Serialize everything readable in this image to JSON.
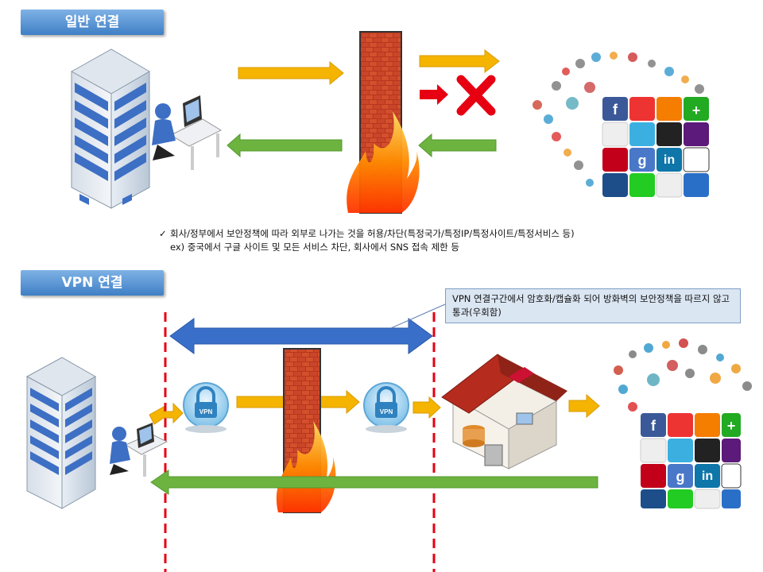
{
  "sections": {
    "normal": {
      "label": "일반 연결"
    },
    "vpn": {
      "label": "VPN 연결"
    }
  },
  "notes": {
    "line1": "회사/정부에서 보안정책에 따라 외부로 나가는 것을 허용/차단(특정국가/특정IP/특정사이트/특정서비스  등)",
    "line2": "ex) 중국에서 구글 사이트 및 모든 서비스 차단, 회사에서 SNS 접속 제한 등"
  },
  "callout": {
    "text": "VPN 연결구간에서 암호화/캡슐화 되어 방화벽의 보안정책을 따르지 않고 통과(우회함)"
  },
  "vpn_badge": {
    "label": "VPN"
  },
  "social_icons": [
    "facebook-icon",
    "youtube-icon",
    "blogger-icon",
    "plus-icon",
    "picasa-icon",
    "twitter-icon",
    "flickr-icon",
    "yahoo-icon",
    "lastfm-icon",
    "google-icon",
    "linkedin-icon",
    "delicious-icon",
    "myspace-icon",
    "chat-icon",
    "reddit-icon",
    "msn-icon"
  ],
  "colors": {
    "allowed_arrow": "#f4b400",
    "return_arrow": "#6cb33f",
    "blocked_arrow": "#e60012",
    "tunnel_arrow": "#3a6fc9",
    "boundary_line": "#e60012",
    "label_bg": "#4a87cf"
  }
}
